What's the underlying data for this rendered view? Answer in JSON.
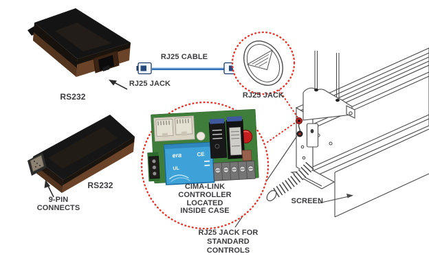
{
  "diagram": {
    "labels": {
      "rs232_top": "RS232",
      "rj25_jack_adapter": "RJ25 JACK",
      "rj25_cable": "RJ25 CABLE",
      "rj25_jack_detail": "RJ25 JACK",
      "rs232_bottom": "RS232",
      "nine_pin": [
        "9-PIN",
        "CONNECTS"
      ],
      "controller_note": [
        "CIMA-LINK",
        "CONTROLLER",
        "LOCATED",
        "INSIDE CASE"
      ],
      "screen": "SCREEN",
      "std_controls": [
        "RJ25 JACK FOR",
        "STANDARD",
        "CONTROLS"
      ]
    },
    "board_marks": {
      "brand": "era",
      "ce_mark": "CE",
      "ul_mark": "UL"
    },
    "colors": {
      "callout_red": "#e5352b",
      "cable_blue": "#2f6db5",
      "label_text": "#3b3a3e",
      "pcb_green": "#3e7d3a",
      "transformer_blue": "#3ea2d8",
      "line_art": "#4a4a4a"
    }
  }
}
